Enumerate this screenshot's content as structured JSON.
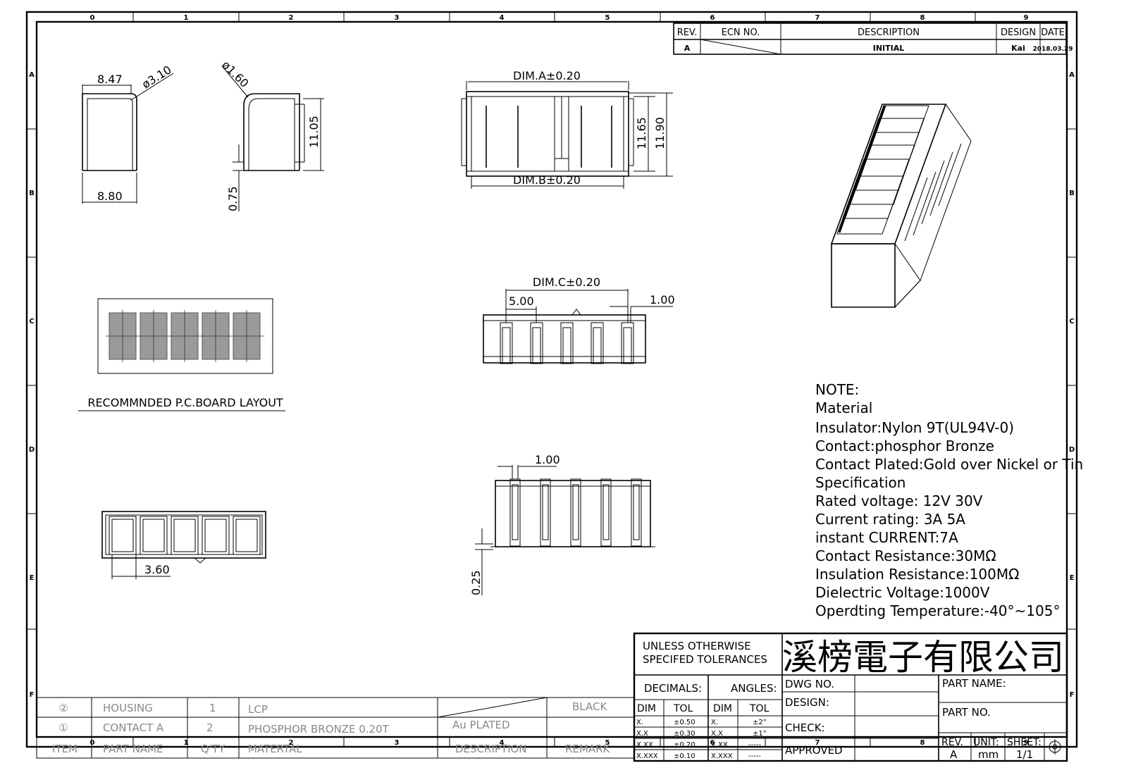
{
  "zones": {
    "columns": [
      "0",
      "1",
      "2",
      "3",
      "4",
      "5",
      "6",
      "7",
      "8",
      "9"
    ],
    "rows": [
      "A",
      "B",
      "C",
      "D",
      "E",
      "F"
    ]
  },
  "revision_block": {
    "headers": {
      "rev": "REV.",
      "ecn": "ECN NO.",
      "description": "DESCRIPTION",
      "design": "DESIGN",
      "date": "DATE"
    },
    "row": {
      "rev": "A",
      "ecn": "",
      "description": "INITIAL",
      "design": "Kai",
      "date": "2018.03.29"
    }
  },
  "dimensions": {
    "side_left_width_top": "8.47",
    "side_left_radius": "ø3.10",
    "side_left_width_bottom": "8.80",
    "side_right_radius": "ø1.60",
    "side_right_height": "11.05",
    "side_right_offset": "0.75",
    "front_dim_a": "DIM.A±0.20",
    "front_dim_b": "DIM.B±0.20",
    "front_height_1": "11.65",
    "front_height_2": "11.90",
    "top_dim_c": "DIM.C±0.20",
    "top_pitch": "5.00",
    "top_pin": "1.00",
    "bottom_pin": "1.00",
    "bottom_offset": "0.25",
    "bottom_left_pitch": "3.60"
  },
  "pcb_layout_label": "RECOMMNDED P.C.BOARD LAYOUT",
  "notes": [
    "NOTE:",
    "Material",
    "Insulator:Nylon 9T(UL94V-0)",
    "Contact:phosphor Bronze",
    "Contact Plated:Gold over Nickel or Tin",
    "Specification",
    "Rated voltage: 12V 30V",
    "Current rating: 3A  5A",
    "instant CURRENT:7A",
    "Contact Resistance:30MΩ",
    "Insulation Resistance:100MΩ",
    "Dielectric Voltage:1000V",
    "Operdting Temperature:-40°~105°"
  ],
  "tolerances": {
    "title_line1": "UNLESS OTHERWISE",
    "title_line2": "SPECIFED TOLERANCES",
    "decimals": "DECIMALS:",
    "angles": "ANGLES:",
    "dim": "DIM",
    "tol": "TOL",
    "decimal_rows": [
      [
        "X.",
        "±0.50"
      ],
      [
        "X.X",
        "±0.30"
      ],
      [
        "X.XX",
        "±0.20"
      ],
      [
        "X.XXX",
        "±0.10"
      ]
    ],
    "angle_rows": [
      [
        "X.",
        "±2°"
      ],
      [
        "X.X",
        "±1°"
      ],
      [
        "X.XX",
        "-----"
      ],
      [
        "X.XXX",
        "-----"
      ]
    ]
  },
  "company": "溪榜電子有限公司",
  "approval": {
    "dwg_no": "DWG NO.",
    "design": "DESIGN:",
    "check": "CHECK:",
    "approved": "APPROVED",
    "part_name": "PART NAME:",
    "part_no": "PART NO.",
    "rev_label": "REV.",
    "rev_value": "A",
    "unit_label": "UNIT:",
    "unit_value": "mm",
    "sheet_label": "SHEET:",
    "sheet_value": "1/1"
  },
  "bom": {
    "rows": [
      {
        "item": "②",
        "part": "HOUSING",
        "qty": "1",
        "material": "LCP",
        "description": "",
        "remark": "BLACK"
      },
      {
        "item": "①",
        "part": "CONTACT A",
        "qty": "2",
        "material": "PHOSPHOR BRONZE 0.20T",
        "description": "Au PLATED",
        "remark": ""
      }
    ],
    "headers": {
      "item": "ITEM",
      "part": "PART NAME",
      "qty": "Q'TY",
      "material": "MATERTAL",
      "description": "DESCRIPTION",
      "remark": "REMARK"
    }
  }
}
